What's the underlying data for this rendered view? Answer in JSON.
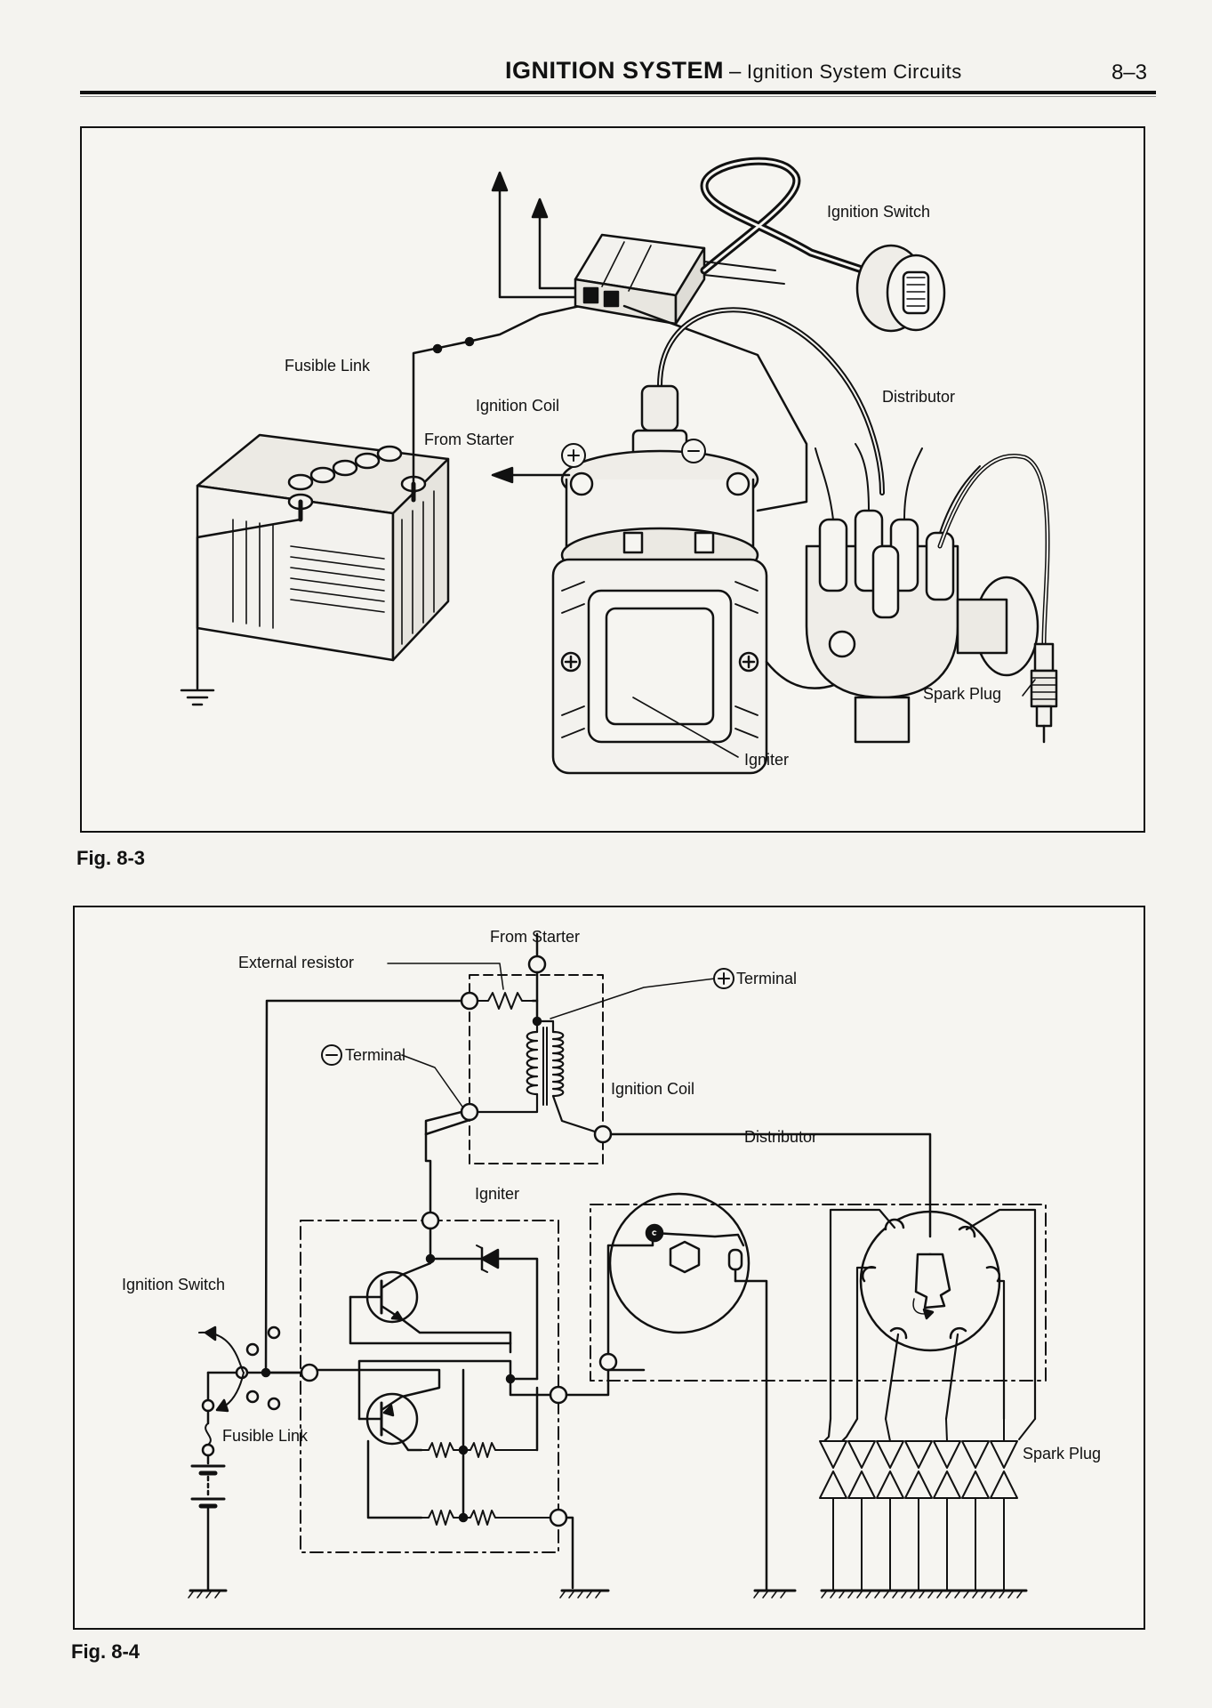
{
  "header": {
    "title": "IGNITION SYSTEM",
    "separator": "–",
    "subtitle": "Ignition System Circuits",
    "page_number": "8–3"
  },
  "figure_3": {
    "caption": "Fig. 8-3",
    "labels": {
      "ignition_switch": "Ignition Switch",
      "fusible_link": "Fusible Link",
      "ignition_coil": "Ignition Coil",
      "from_starter": "From Starter",
      "distributor": "Distributor",
      "spark_plug": "Spark Plug",
      "igniter": "Igniter"
    }
  },
  "figure_4": {
    "caption": "Fig. 8-4",
    "labels": {
      "from_starter": "From Starter",
      "external_resistor": "External resistor",
      "plus_terminal": "Terminal",
      "minus_terminal": "Terminal",
      "ignition_coil": "Ignition Coil",
      "distributor": "Distributor",
      "igniter": "Igniter",
      "ignition_switch": "Ignition Switch",
      "fusible_link": "Fusible Link",
      "spark_plug": "Spark Plug"
    }
  }
}
